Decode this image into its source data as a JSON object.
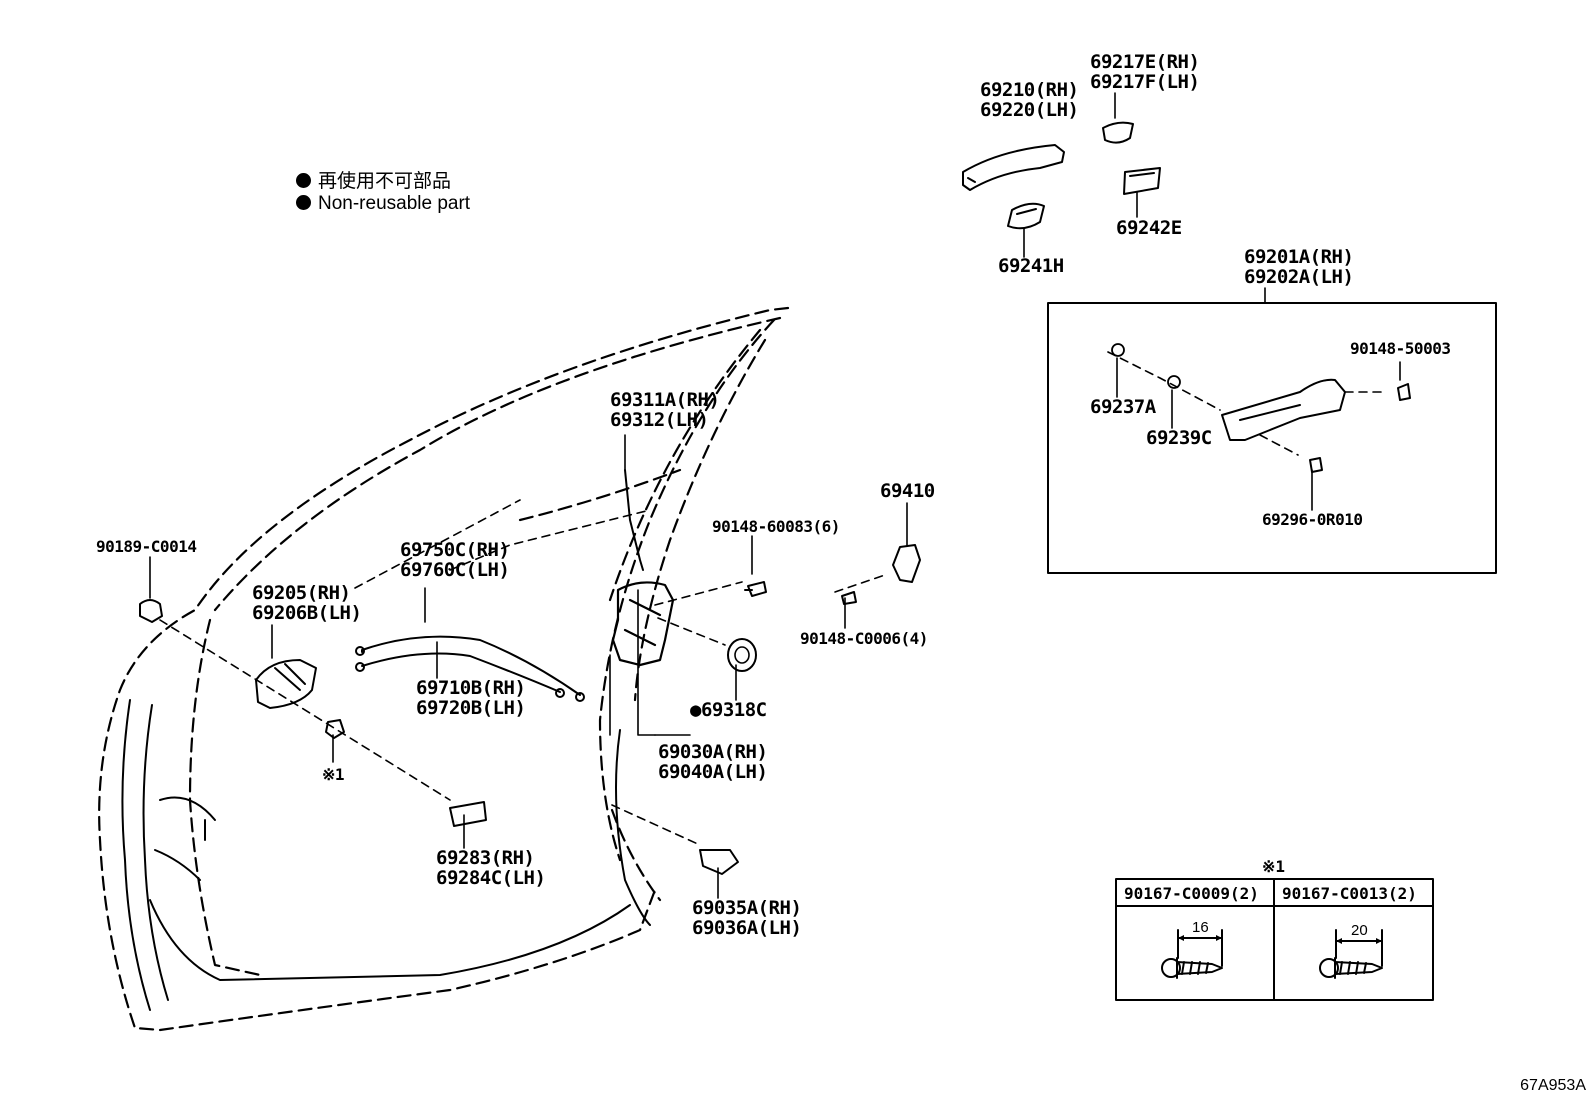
{
  "legend": {
    "line_ja": "再使用不可部品",
    "line_en": "Non-reusable part"
  },
  "labels": {
    "p69217e_rh": "69217E(RH)",
    "p69217f_lh": "69217F(LH)",
    "p69210_rh": "69210(RH)",
    "p69220_lh": "69220(LH)",
    "p69242e": "69242E",
    "p69241h": "69241H",
    "p69201a_rh": "69201A(RH)",
    "p69202a_lh": "69202A(LH)",
    "p90148_50003": "90148-50003",
    "p69237a": "69237A",
    "p69239c": "69239C",
    "p69296_0r010": "69296-0R010",
    "p69311a_rh": "69311A(RH)",
    "p69312_lh": "69312(LH)",
    "p69410": "69410",
    "p90148_60083": "90148-60083(6)",
    "p90148_c0006": "90148-C0006(4)",
    "p90189_c0014": "90189-C0014",
    "p69750c_rh": "69750C(RH)",
    "p69760c_lh": "69760C(LH)",
    "p69205_rh": "69205(RH)",
    "p69206b_lh": "69206B(LH)",
    "p69710b_rh": "69710B(RH)",
    "p69720b_lh": "69720B(LH)",
    "p69318c": "●69318C",
    "p69030a_rh": "69030A(RH)",
    "p69040a_lh": "69040A(LH)",
    "note_1": "※1",
    "p69283_rh": "69283(RH)",
    "p69284c_lh": "69284C(LH)",
    "p69035a_rh": "69035A(RH)",
    "p69036a_lh": "69036A(LH)"
  },
  "screw_table": {
    "mark": "※1",
    "columns": [
      {
        "part": "90167-C0009(2)",
        "length": "16"
      },
      {
        "part": "90167-C0013(2)",
        "length": "20"
      }
    ]
  },
  "reference_code": "67A953A"
}
